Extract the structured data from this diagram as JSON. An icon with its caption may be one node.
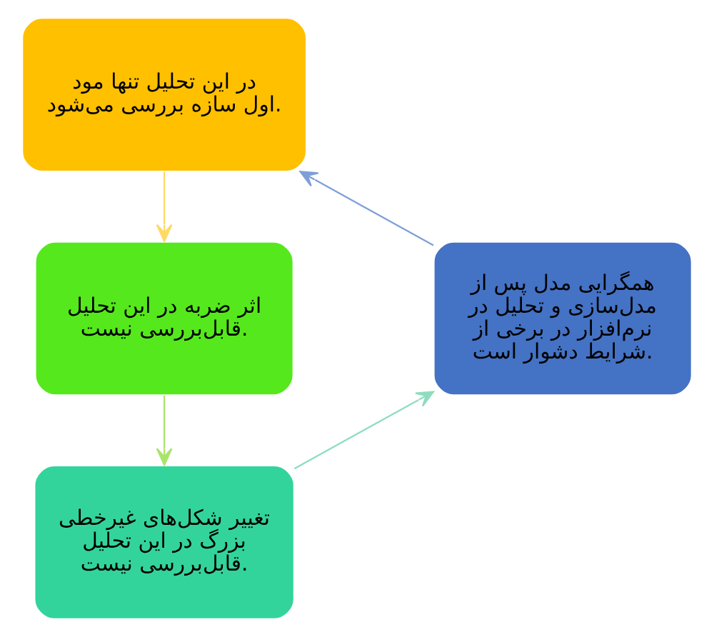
{
  "diagram": {
    "nodes": [
      {
        "text": [
          "در این تحلیل تنها مود اول سازه بررسی می‌شود."
        ]
      },
      {
        "text": [
          "اثر ضربه در این تحلیل قابل‌بررسی نیست."
        ]
      },
      {
        "text": [
          "تغییر شکل‌های غیرخطی بزرگ در این تحلیل قابل‌بررسی نیست."
        ]
      },
      {
        "text": [
          "همگرایی مدل پس از مدل‌سازی و تحلیل در نرم‌افزار در برخی از شرایط دشوار است."
        ]
      }
    ],
    "edges": [
      {
        "from": 0,
        "to": 1,
        "arrow": "to",
        "color": "#ffd966"
      },
      {
        "from": 1,
        "to": 2,
        "arrow": "to",
        "color": "#a9e46a"
      },
      {
        "from": 2,
        "to": 3,
        "arrow": "to",
        "color": "#8fdcc0"
      },
      {
        "from": 3,
        "to": 0,
        "arrow": "to",
        "color": "#7f9fd8"
      }
    ]
  }
}
